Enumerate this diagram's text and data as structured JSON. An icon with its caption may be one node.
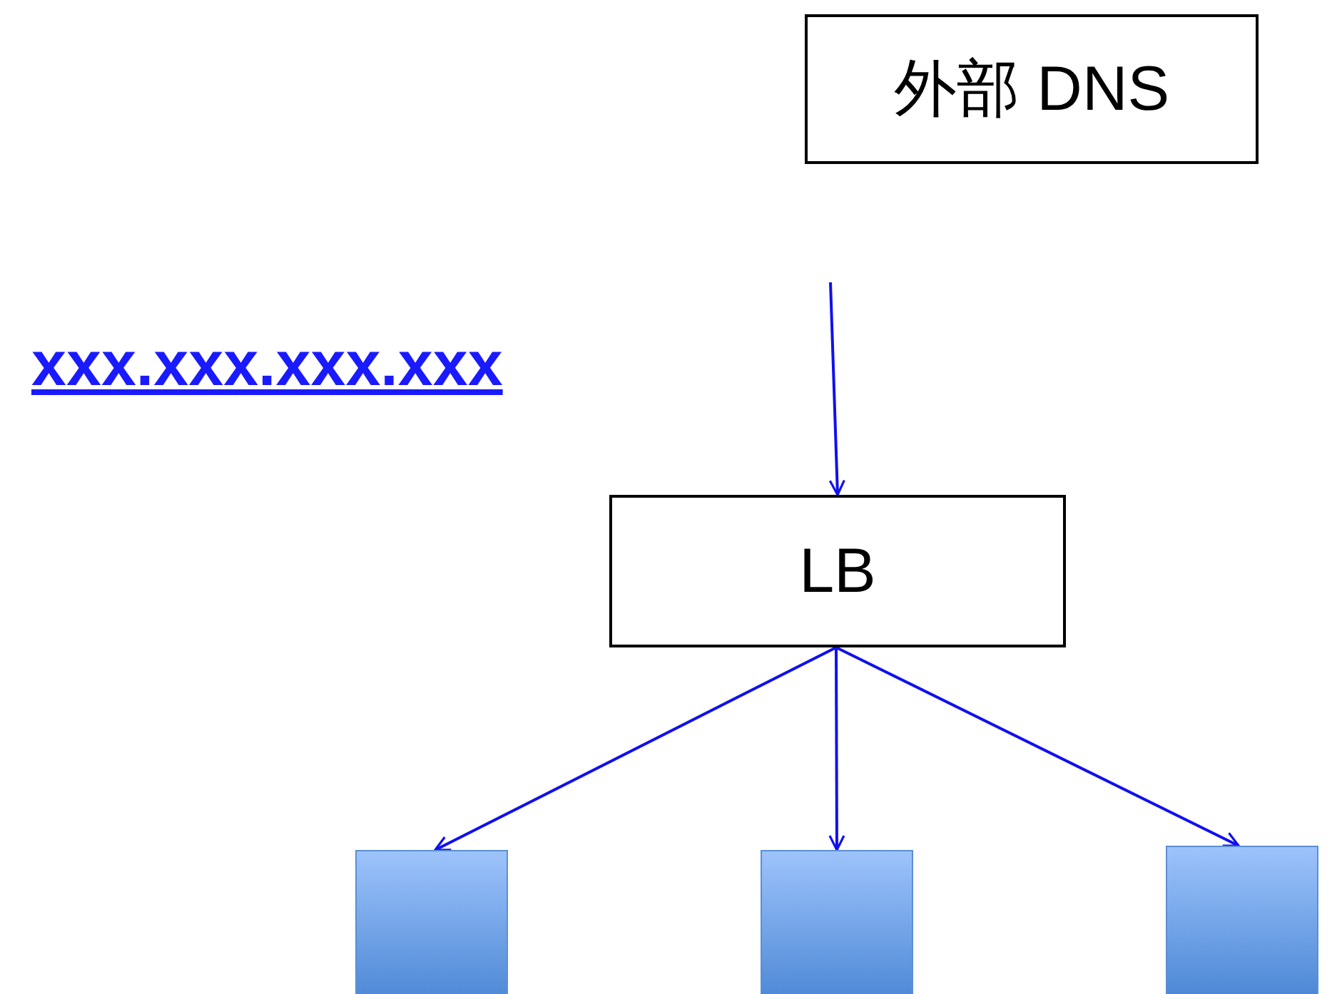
{
  "diagram": {
    "nodes": [
      {
        "text": [
          "外部 DNS"
        ]
      },
      {
        "text": [
          "LB"
        ]
      },
      {
        "text": [],
        "shape": "box"
      },
      {
        "text": [],
        "shape": "box"
      },
      {
        "text": [],
        "shape": "box"
      }
    ],
    "edges": [
      {
        "from": null,
        "to": 1,
        "arrow": "to"
      },
      {
        "from": 1,
        "to": 2,
        "arrow": "to"
      },
      {
        "from": 1,
        "to": 3,
        "arrow": "to"
      },
      {
        "from": 1,
        "to": 4,
        "arrow": "to"
      }
    ],
    "labels": [
      "xxx.xxx.xxx.xxx"
    ]
  }
}
